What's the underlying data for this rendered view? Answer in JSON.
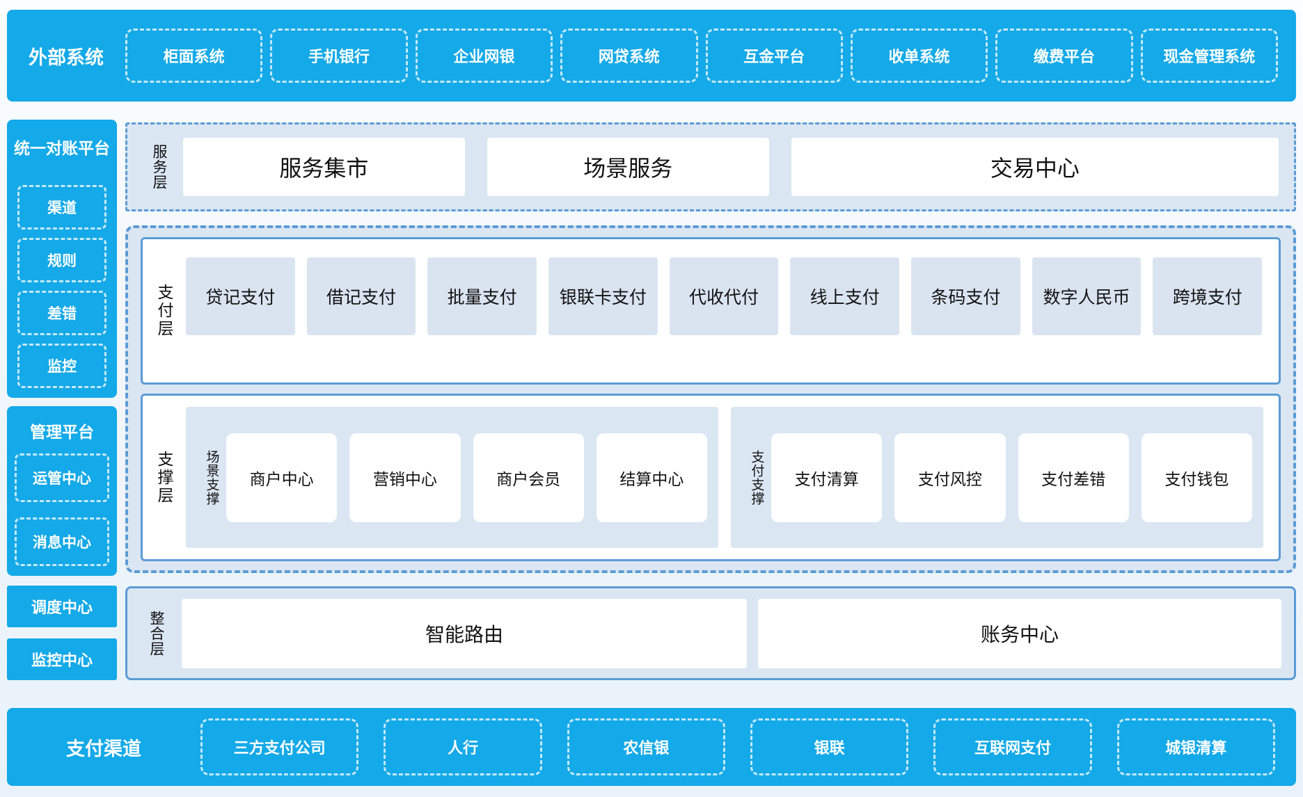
{
  "colors": {
    "primary_blue": "#14a9e8",
    "panel_blue": "#dbe6f3",
    "border_blue": "#5b9bd5",
    "card_white": "#ffffff",
    "item_blue": "#dae4f1"
  },
  "top_bar": {
    "label": "外部系统",
    "items": [
      "柜面系统",
      "手机银行",
      "企业网银",
      "网贷系统",
      "互金平台",
      "收单系统",
      "缴费平台",
      "现金管理系统"
    ]
  },
  "left_column": {
    "reconciliation_platform": {
      "title": "统一对账平台",
      "items": [
        "渠道",
        "规则",
        "差错",
        "监控"
      ]
    },
    "management_platform": {
      "title": "管理平台",
      "items": [
        "运管中心",
        "消息中心"
      ]
    },
    "dispatch_center": "调度中心",
    "monitor_center": "监控中心"
  },
  "service_layer": {
    "label": "服务层",
    "items": [
      "服务集市",
      "场景服务",
      "交易中心"
    ]
  },
  "payment_layer": {
    "label": "支付层",
    "items": [
      "贷记支付",
      "借记支付",
      "批量支付",
      "银联卡支付",
      "代收代付",
      "线上支付",
      "条码支付",
      "数字人民币",
      "跨境支付"
    ]
  },
  "support_layer": {
    "label": "支撑层",
    "groups": [
      {
        "label": "场景支撑",
        "items": [
          "商户中心",
          "营销中心",
          "商户会员",
          "结算中心"
        ]
      },
      {
        "label": "支付支撑",
        "items": [
          "支付清算",
          "支付风控",
          "支付差错",
          "支付钱包"
        ]
      }
    ]
  },
  "integration_layer": {
    "label": "整合层",
    "items": [
      "智能路由",
      "账务中心"
    ]
  },
  "bottom_bar": {
    "label": "支付渠道",
    "items": [
      "三方支付公司",
      "人行",
      "农信银",
      "银联",
      "互联网支付",
      "城银清算"
    ]
  }
}
